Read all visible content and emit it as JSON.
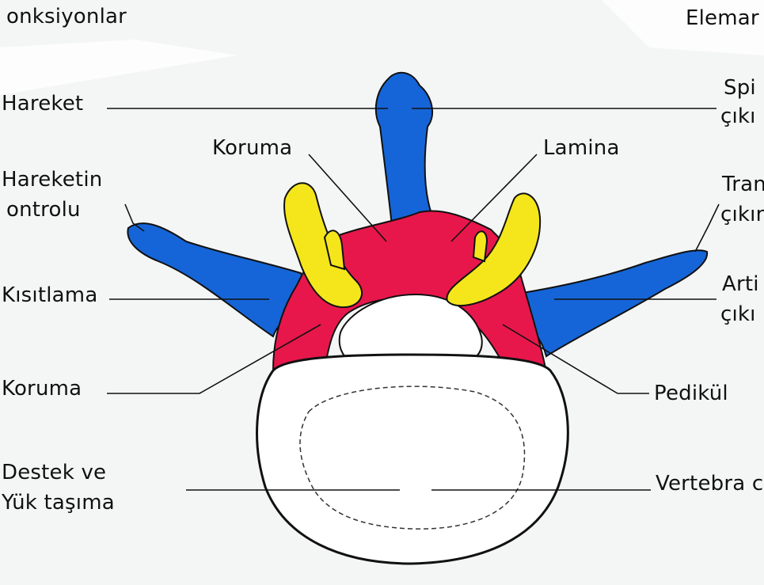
{
  "headers": {
    "left": "onksiyonlar",
    "right": "Elemar"
  },
  "left_labels": {
    "hareket": "Hareket",
    "hareketin_1": "Hareketin",
    "hareketin_2": "ontrolu",
    "kisitlama": "Kısıtlama",
    "koruma": "Koruma",
    "destek_1": "Destek ve",
    "destek_2": "Yük taşıma"
  },
  "center_labels": {
    "koruma": "Koruma",
    "lamina": "Lamina"
  },
  "right_labels": {
    "spinous_1": "Spi",
    "spinous_2": "çıkı",
    "trans_1": "Tran",
    "trans_2": "çıkın",
    "arti_1": "Arti",
    "arti_2": "çıkı",
    "pedikul": "Pedikül",
    "vertebra": "Vertebra c"
  },
  "colors": {
    "process": "#1565d8",
    "arch": "#e8174b",
    "facet": "#f5e61c",
    "body": "#ffffff",
    "outline": "#111111"
  }
}
